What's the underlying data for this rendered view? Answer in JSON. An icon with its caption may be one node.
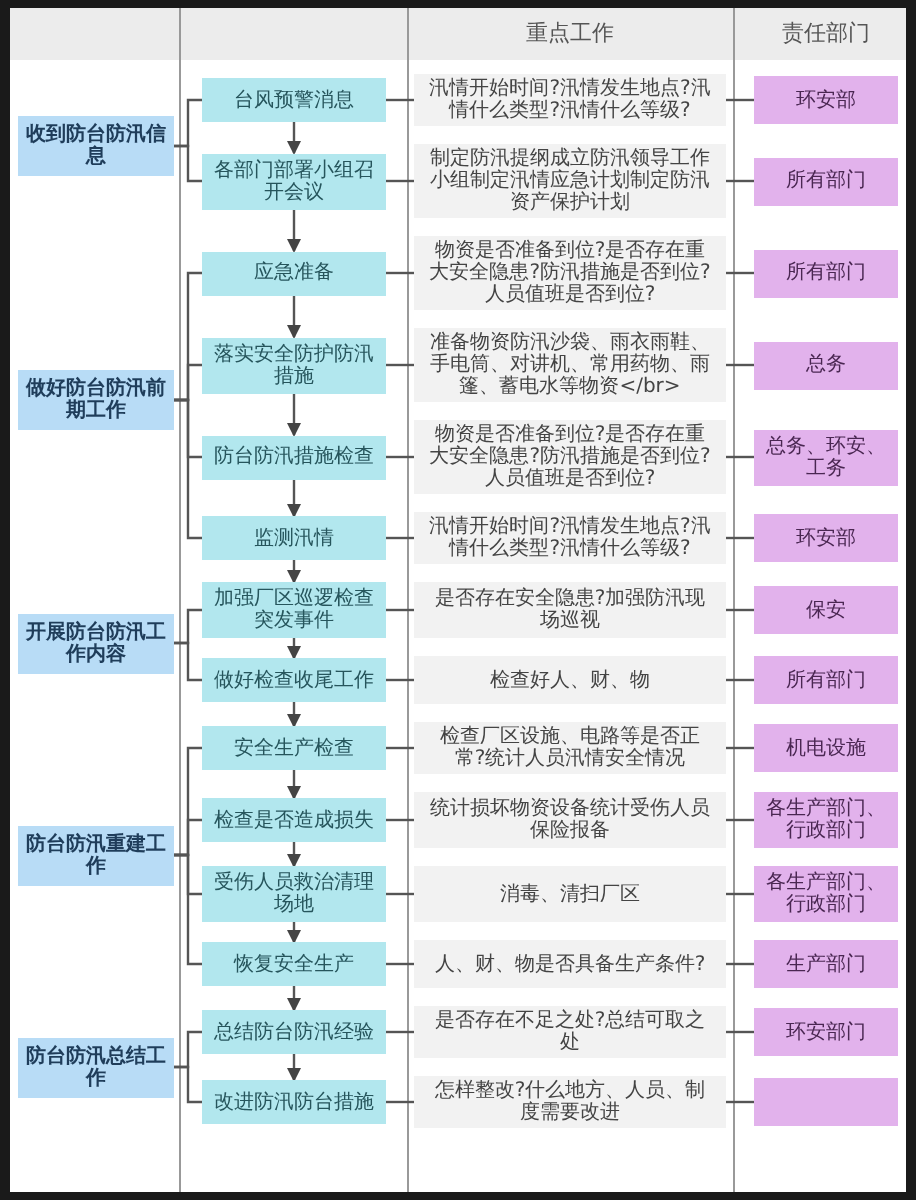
{
  "diagram": {
    "nodes": [
      {
        "text": [
          "收到防台防汛信息"
        ]
      },
      {
        "text": [
          "做好防台防汛前期工作"
        ]
      },
      {
        "text": [
          "开展防台防汛工作内容"
        ]
      },
      {
        "text": [
          "防台防汛重建工作"
        ]
      },
      {
        "text": [
          "防台防汛总结工作"
        ]
      },
      {
        "text": [
          "台风预警消息"
        ]
      },
      {
        "text": [
          "各部门部署小组召开会议"
        ]
      },
      {
        "text": [
          "应急准备"
        ]
      },
      {
        "text": [
          "落实安全防护防汛措施"
        ]
      },
      {
        "text": [
          "防台防汛措施检查"
        ]
      },
      {
        "text": [
          "监测汛情"
        ]
      },
      {
        "text": [
          "加强厂区巡逻检查突发事件"
        ]
      },
      {
        "text": [
          "做好检查收尾工作"
        ]
      },
      {
        "text": [
          "安全生产检查"
        ]
      },
      {
        "text": [
          "检查是否造成损失"
        ]
      },
      {
        "text": [
          "受伤人员救治清理场地"
        ]
      },
      {
        "text": [
          "恢复安全生产"
        ]
      },
      {
        "text": [
          "总结防台防汛经验"
        ]
      },
      {
        "text": [
          "改进防汛防台措施"
        ]
      },
      {
        "text": [
          "汛情开始时间?汛情发生地点?汛情什么类型?汛情什么等级?"
        ]
      },
      {
        "text": [
          "制定防汛提纲成立防汛领导工作小组制定汛情应急计划制定防汛资产保护计划"
        ]
      },
      {
        "text": [
          "物资是否准备到位?是否存在重大安全隐患?防汛措施是否到位?人员值班是否到位?"
        ]
      },
      {
        "text": [
          "准备物资防汛沙袋、雨衣雨鞋、手电筒、对讲机、常用药物、雨篷、蓄电水等物资</br>"
        ]
      },
      {
        "text": [
          "物资是否准备到位?是否存在重大安全隐患?防汛措施是否到位?人员值班是否到位?"
        ]
      },
      {
        "text": [
          "汛情开始时间?汛情发生地点?汛情什么类型?汛情什么等级?"
        ]
      },
      {
        "text": [
          "是否存在安全隐患?加强防汛现场巡视"
        ]
      },
      {
        "text": [
          "检查好人、财、物"
        ]
      },
      {
        "text": [
          "检查厂区设施、电路等是否正常?统计人员汛情安全情况"
        ]
      },
      {
        "text": [
          "统计损坏物资设备统计受伤人员保险报备"
        ]
      },
      {
        "text": [
          "消毒、清扫厂区"
        ]
      },
      {
        "text": [
          "人、财、物是否具备生产条件?"
        ]
      },
      {
        "text": [
          "是否存在不足之处?总结可取之处"
        ]
      },
      {
        "text": [
          "怎样整改?什么地方、人员、制度需要改进"
        ]
      },
      {
        "text": [
          "环安部"
        ]
      },
      {
        "text": [
          "所有部门"
        ]
      },
      {
        "text": [
          "所有部门"
        ]
      },
      {
        "text": [
          "总务"
        ]
      },
      {
        "text": [
          "总务、环安、工务"
        ]
      },
      {
        "text": [
          "环安部"
        ]
      },
      {
        "text": [
          "保安"
        ]
      },
      {
        "text": [
          "所有部门"
        ]
      },
      {
        "text": [
          "机电设施"
        ]
      },
      {
        "text": [
          "各生产部门、行政部门"
        ]
      },
      {
        "text": [
          "各生产部门、行政部门"
        ]
      },
      {
        "text": [
          "生产部门"
        ]
      },
      {
        "text": [
          "环安部门"
        ]
      },
      {
        "text": [],
        "shape": "box"
      }
    ],
    "edges": [
      {
        "from": 0,
        "to": 5,
        "arrow": "none"
      },
      {
        "from": 0,
        "to": 6,
        "arrow": "none"
      },
      {
        "from": 1,
        "to": 7,
        "arrow": "none"
      },
      {
        "from": 1,
        "to": 8,
        "arrow": "none"
      },
      {
        "from": 1,
        "to": 9,
        "arrow": "none"
      },
      {
        "from": 1,
        "to": 10,
        "arrow": "none"
      },
      {
        "from": 2,
        "to": 11,
        "arrow": "none"
      },
      {
        "from": 2,
        "to": 12,
        "arrow": "none"
      },
      {
        "from": 3,
        "to": 13,
        "arrow": "none"
      },
      {
        "from": 3,
        "to": 14,
        "arrow": "none"
      },
      {
        "from": 3,
        "to": 15,
        "arrow": "none"
      },
      {
        "from": 3,
        "to": 16,
        "arrow": "none"
      },
      {
        "from": 4,
        "to": 17,
        "arrow": "none"
      },
      {
        "from": 4,
        "to": 18,
        "arrow": "none"
      },
      {
        "from": 5,
        "to": 6,
        "arrow": "to"
      },
      {
        "from": 6,
        "to": 7,
        "arrow": "to"
      },
      {
        "from": 7,
        "to": 8,
        "arrow": "to"
      },
      {
        "from": 8,
        "to": 9,
        "arrow": "to"
      },
      {
        "from": 9,
        "to": 10,
        "arrow": "to"
      },
      {
        "from": 10,
        "to": 11,
        "arrow": "to"
      },
      {
        "from": 11,
        "to": 12,
        "arrow": "to"
      },
      {
        "from": 12,
        "to": 13,
        "arrow": "to"
      },
      {
        "from": 13,
        "to": 14,
        "arrow": "to"
      },
      {
        "from": 14,
        "to": 15,
        "arrow": "to"
      },
      {
        "from": 15,
        "to": 16,
        "arrow": "to"
      },
      {
        "from": 16,
        "to": 17,
        "arrow": "to"
      },
      {
        "from": 17,
        "to": 18,
        "arrow": "to"
      },
      {
        "from": 5,
        "to": 19,
        "arrow": "none"
      },
      {
        "from": 6,
        "to": 20,
        "arrow": "none"
      },
      {
        "from": 7,
        "to": 21,
        "arrow": "none"
      },
      {
        "from": 8,
        "to": 22,
        "arrow": "none"
      },
      {
        "from": 9,
        "to": 23,
        "arrow": "none"
      },
      {
        "from": 10,
        "to": 24,
        "arrow": "none"
      },
      {
        "from": 11,
        "to": 25,
        "arrow": "none"
      },
      {
        "from": 12,
        "to": 26,
        "arrow": "none"
      },
      {
        "from": 13,
        "to": 27,
        "arrow": "none"
      },
      {
        "from": 14,
        "to": 28,
        "arrow": "none"
      },
      {
        "from": 15,
        "to": 29,
        "arrow": "none"
      },
      {
        "from": 16,
        "to": 30,
        "arrow": "none"
      },
      {
        "from": 17,
        "to": 31,
        "arrow": "none"
      },
      {
        "from": 18,
        "to": 32,
        "arrow": "none"
      },
      {
        "from": 19,
        "to": 33,
        "arrow": "none"
      },
      {
        "from": 20,
        "to": 34,
        "arrow": "none"
      },
      {
        "from": 21,
        "to": 35,
        "arrow": "none"
      },
      {
        "from": 22,
        "to": 36,
        "arrow": "none"
      },
      {
        "from": 23,
        "to": 37,
        "arrow": "none"
      },
      {
        "from": 24,
        "to": 38,
        "arrow": "none"
      },
      {
        "from": 25,
        "to": 39,
        "arrow": "none"
      },
      {
        "from": 26,
        "to": 40,
        "arrow": "none"
      },
      {
        "from": 27,
        "to": 41,
        "arrow": "none"
      },
      {
        "from": 28,
        "to": 42,
        "arrow": "none"
      },
      {
        "from": 29,
        "to": 43,
        "arrow": "none"
      },
      {
        "from": 30,
        "to": 44,
        "arrow": "none"
      },
      {
        "from": 31,
        "to": 45,
        "arrow": "none"
      },
      {
        "from": 32,
        "to": 46,
        "arrow": "none"
      }
    ],
    "labels": [
      "重点工作",
      "责任部门"
    ]
  }
}
